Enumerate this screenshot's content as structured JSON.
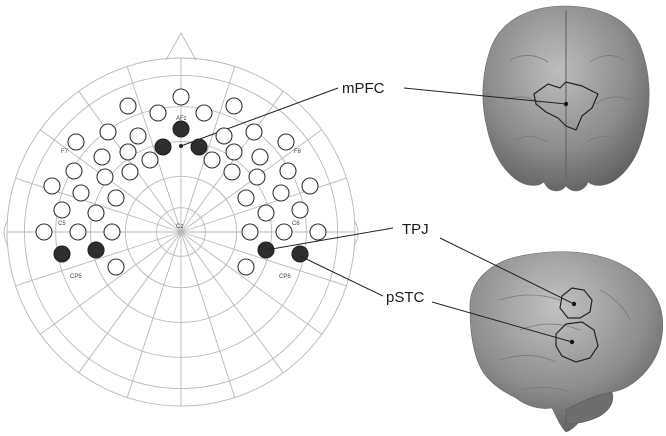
{
  "electrode_labels": {
    "afz": "AFz",
    "f7": "F7",
    "f8": "F8",
    "cz": "Cz",
    "c5": "C5",
    "c6": "C6",
    "cp5": "CP5",
    "cp6": "CP6"
  },
  "regions": {
    "mpfc": "mPFC",
    "tpj": "TPJ",
    "pstc": "pSTC"
  },
  "colors": {
    "grid": "#b9b9b9",
    "active_channel": "#2e2e2e",
    "inactive_channel": "#ffffff",
    "brain": "#8e8e8e"
  }
}
